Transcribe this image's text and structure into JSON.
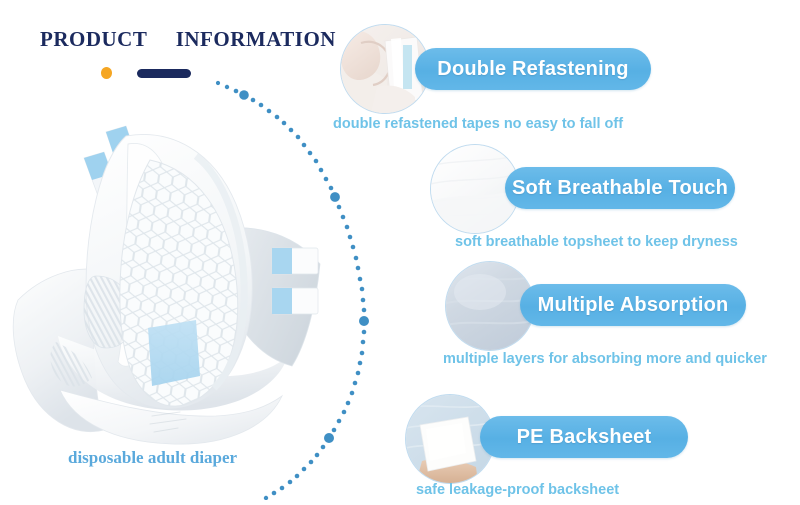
{
  "header": {
    "title": "PRODUCT     INFORMATION",
    "accent_dot_color": "#f5a623",
    "accent_bar_color": "#1b2a5e"
  },
  "product": {
    "caption": "disposable adult diaper",
    "caption_color": "#5aa9dc",
    "image_alt": "disposable-adult-diaper-photo"
  },
  "decoration": {
    "curve_name": "dotted-curve-connector",
    "dot_color": "#3f8fc4",
    "accent_dot_color": "#2f7fb8"
  },
  "theme": {
    "pill_blue": "#62b7e8",
    "caption_blue": "#6fc3e8",
    "navy": "#1b2a5e",
    "orange": "#f5a623"
  },
  "features": [
    {
      "id": "double-refastening",
      "title": "Double Refastening",
      "caption": "double refastened tapes no easy to fall off",
      "thumb_alt": "hands-holding-diaper-tape-photo"
    },
    {
      "id": "soft-breathable-touch",
      "title": "Soft Breathable Touch",
      "caption": "soft breathable topsheet to keep dryness",
      "thumb_alt": "white-soft-topsheet-photo"
    },
    {
      "id": "multiple-absorption",
      "title": "Multiple Absorption",
      "caption": "multiple layers for absorbing more and quicker",
      "thumb_alt": "absorbent-layers-photo"
    },
    {
      "id": "pe-backsheet",
      "title": "PE Backsheet",
      "caption": "safe leakage-proof backsheet",
      "thumb_alt": "hand-holding-pe-backsheet-photo"
    }
  ]
}
